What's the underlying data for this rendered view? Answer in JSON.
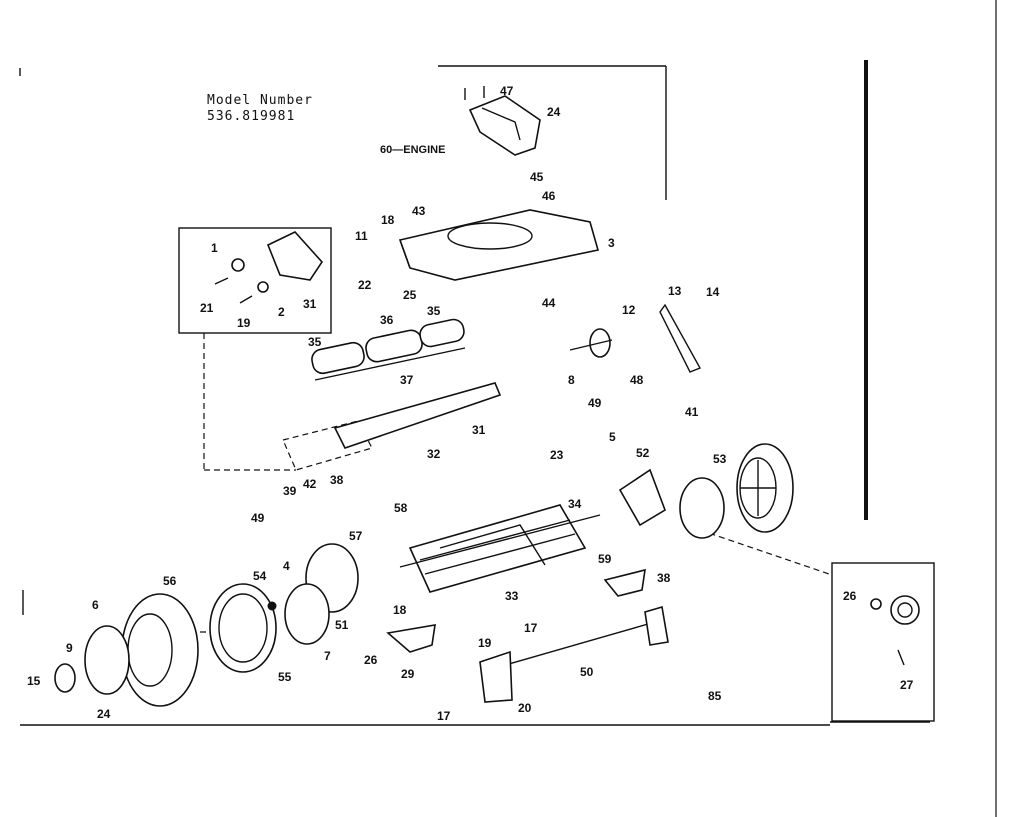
{
  "header": {
    "model_label": "Model Number",
    "model_number": "536.819981"
  },
  "engine_label": "60—ENGINE",
  "page_code": "85",
  "callouts": [
    "47",
    "24",
    "45",
    "46",
    "18",
    "43",
    "3",
    "11",
    "22",
    "25",
    "44",
    "1",
    "21",
    "19",
    "2",
    "31",
    "36",
    "35",
    "35",
    "37",
    "12",
    "8",
    "48",
    "13",
    "14",
    "49",
    "41",
    "31",
    "32",
    "23",
    "5",
    "52",
    "53",
    "42",
    "38",
    "39",
    "49",
    "58",
    "34",
    "57",
    "59",
    "38",
    "54",
    "4",
    "33",
    "26",
    "27",
    "56",
    "6",
    "9",
    "15",
    "24",
    "55",
    "51",
    "7",
    "18",
    "26",
    "29",
    "19",
    "17",
    "50",
    "17",
    "20"
  ]
}
